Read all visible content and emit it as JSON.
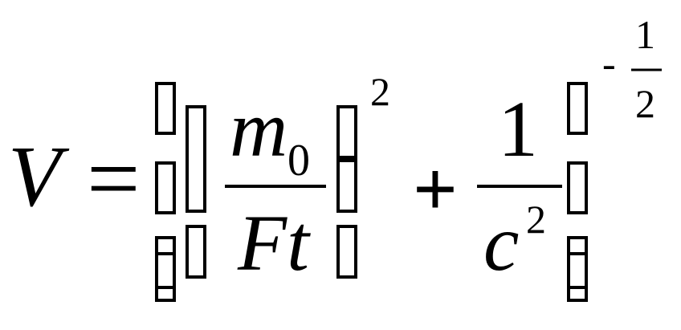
{
  "formula": {
    "lhs_variable": "V",
    "equals_sign": "=",
    "inner_fraction": {
      "numerator_base": "m",
      "numerator_subscript": "0",
      "denominator": "Ft"
    },
    "inner_exponent": "2",
    "plus_sign": "+",
    "second_fraction": {
      "numerator": "1",
      "denominator_base": "c",
      "denominator_exponent": "2"
    },
    "outer_exponent": {
      "sign": "-",
      "numerator": "1",
      "denominator": "2"
    }
  }
}
